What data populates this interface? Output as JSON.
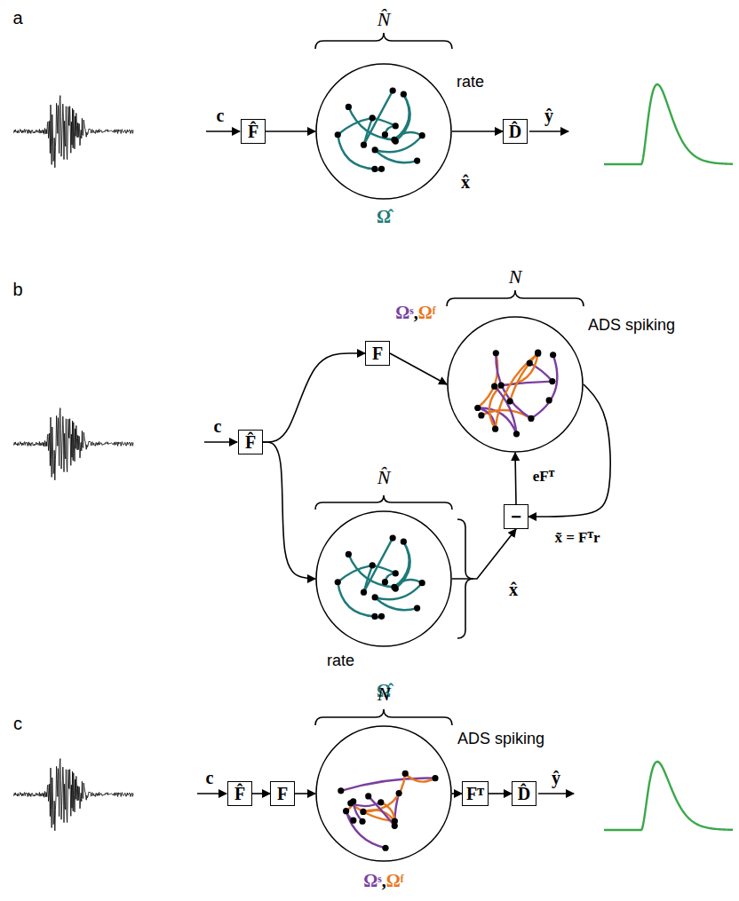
{
  "diagram": {
    "nodes": [
      {
        "text": [
          "F̂"
        ]
      },
      {
        "text": [
          "rate"
        ]
      },
      {
        "text": [
          "D̂"
        ]
      },
      {
        "text": [
          "F̂"
        ]
      },
      {
        "text": [
          "F"
        ]
      },
      {
        "text": [
          "ADS spiking"
        ]
      },
      {
        "text": [
          "rate"
        ]
      },
      {
        "text": [
          "−"
        ]
      },
      {
        "text": [
          "F̂"
        ]
      },
      {
        "text": [
          "F"
        ]
      },
      {
        "text": [
          "ADS spiking"
        ]
      },
      {
        "text": [
          "Fᵀ"
        ]
      },
      {
        "text": [
          "D̂"
        ]
      }
    ],
    "edges": [
      {
        "from": 0,
        "to": 1,
        "arrow": "to"
      },
      {
        "from": 1,
        "to": 2,
        "arrow": "to"
      },
      {
        "from": 3,
        "to": 4,
        "arrow": "to"
      },
      {
        "from": 3,
        "to": 6,
        "arrow": "to"
      },
      {
        "from": 4,
        "to": 5,
        "arrow": "to"
      },
      {
        "from": 5,
        "to": 7,
        "label": "x̃ = Fᵀr",
        "arrow": "to"
      },
      {
        "from": 6,
        "to": 7,
        "arrow": "to"
      },
      {
        "from": 7,
        "to": 5,
        "label": "eFᵀ",
        "arrow": "to"
      },
      {
        "from": 8,
        "to": 9,
        "arrow": "to"
      },
      {
        "from": 9,
        "to": 10,
        "arrow": "to"
      },
      {
        "from": 10,
        "to": 11,
        "arrow": "to"
      },
      {
        "from": 11,
        "to": 12,
        "arrow": "to"
      }
    ],
    "labels": [
      "a",
      "c",
      "N̂",
      "x̂",
      "Ω̂",
      "ŷ",
      "b",
      "c",
      "N",
      "Ωˢ,Ωᶠ",
      "N̂",
      "x̂",
      "Ω̂",
      "c",
      "c",
      "N",
      "Ωˢ,Ωᶠ",
      "ŷ"
    ]
  }
}
